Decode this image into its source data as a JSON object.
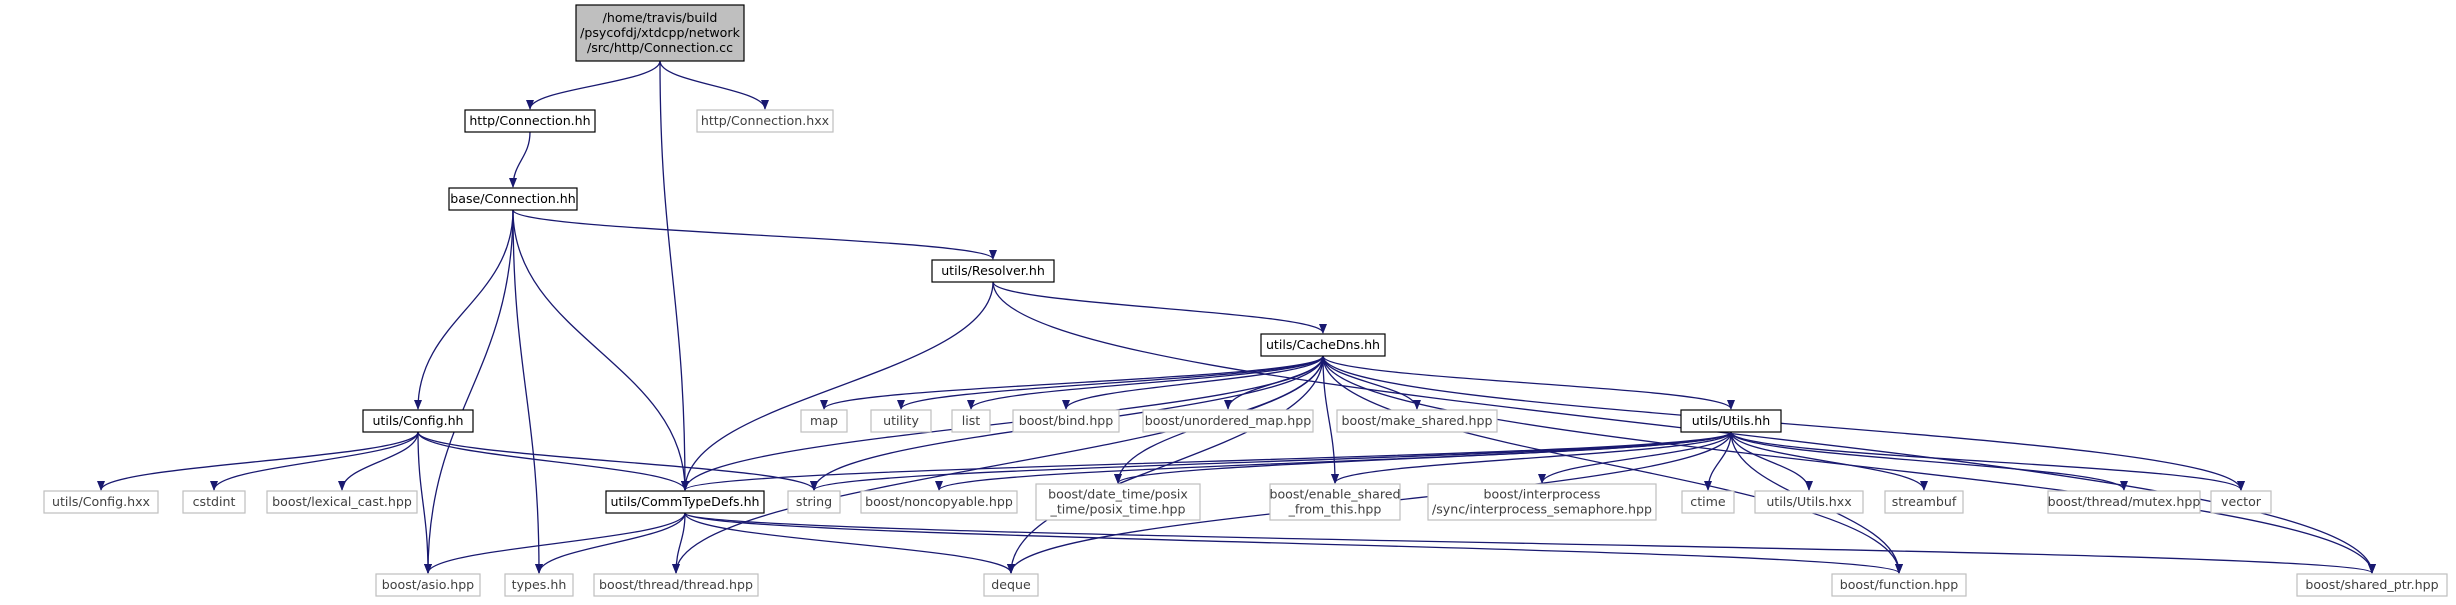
{
  "colors": {
    "edge": "#191970",
    "root_fill": "#bfbfbf",
    "node_border_doc": "#000000",
    "node_border_ext": "#bfbfbf",
    "text_doc": "#000000",
    "text_ext": "#404040",
    "background": "#ffffff"
  },
  "nodes": [
    {
      "id": "root",
      "kind": "root",
      "lines": [
        "/home/travis/build",
        "/psycofdj/xtdcpp/network",
        "/src/http/Connection.cc"
      ]
    },
    {
      "id": "http_connection_hh",
      "kind": "doc",
      "lines": [
        "http/Connection.hh"
      ]
    },
    {
      "id": "http_connection_hxx",
      "kind": "ext",
      "lines": [
        "http/Connection.hxx"
      ]
    },
    {
      "id": "base_connection_hh",
      "kind": "doc",
      "lines": [
        "base/Connection.hh"
      ]
    },
    {
      "id": "utils_resolver_hh",
      "kind": "doc",
      "lines": [
        "utils/Resolver.hh"
      ]
    },
    {
      "id": "utils_cachedns_hh",
      "kind": "doc",
      "lines": [
        "utils/CacheDns.hh"
      ]
    },
    {
      "id": "utils_config_hh",
      "kind": "doc",
      "lines": [
        "utils/Config.hh"
      ]
    },
    {
      "id": "utils_utils_hh",
      "kind": "doc",
      "lines": [
        "utils/Utils.hh"
      ]
    },
    {
      "id": "utils_commtypedefs_hh",
      "kind": "doc",
      "lines": [
        "utils/CommTypeDefs.hh"
      ]
    },
    {
      "id": "map",
      "kind": "ext",
      "lines": [
        "map"
      ]
    },
    {
      "id": "utility",
      "kind": "ext",
      "lines": [
        "utility"
      ]
    },
    {
      "id": "list",
      "kind": "ext",
      "lines": [
        "list"
      ]
    },
    {
      "id": "boost_bind",
      "kind": "ext",
      "lines": [
        "boost/bind.hpp"
      ]
    },
    {
      "id": "boost_unordered_map",
      "kind": "ext",
      "lines": [
        "boost/unordered_map.hpp"
      ]
    },
    {
      "id": "boost_make_shared",
      "kind": "ext",
      "lines": [
        "boost/make_shared.hpp"
      ]
    },
    {
      "id": "utils_config_hxx",
      "kind": "ext",
      "lines": [
        "utils/Config.hxx"
      ]
    },
    {
      "id": "cstdint",
      "kind": "ext",
      "lines": [
        "cstdint"
      ]
    },
    {
      "id": "boost_lexical_cast",
      "kind": "ext",
      "lines": [
        "boost/lexical_cast.hpp"
      ]
    },
    {
      "id": "string",
      "kind": "ext",
      "lines": [
        "string"
      ]
    },
    {
      "id": "boost_noncopyable",
      "kind": "ext",
      "lines": [
        "boost/noncopyable.hpp"
      ]
    },
    {
      "id": "boost_posix_time",
      "kind": "ext",
      "lines": [
        "boost/date_time/posix",
        "_time/posix_time.hpp"
      ]
    },
    {
      "id": "boost_enable_shared",
      "kind": "ext",
      "lines": [
        "boost/enable_shared",
        "_from_this.hpp"
      ]
    },
    {
      "id": "boost_interprocess",
      "kind": "ext",
      "lines": [
        "boost/interprocess",
        "/sync/interprocess_semaphore.hpp"
      ]
    },
    {
      "id": "ctime",
      "kind": "ext",
      "lines": [
        "ctime"
      ]
    },
    {
      "id": "utils_utils_hxx",
      "kind": "ext",
      "lines": [
        "utils/Utils.hxx"
      ]
    },
    {
      "id": "streambuf",
      "kind": "ext",
      "lines": [
        "streambuf"
      ]
    },
    {
      "id": "boost_thread_mutex",
      "kind": "ext",
      "lines": [
        "boost/thread/mutex.hpp"
      ]
    },
    {
      "id": "vector",
      "kind": "ext",
      "lines": [
        "vector"
      ]
    },
    {
      "id": "boost_asio",
      "kind": "ext",
      "lines": [
        "boost/asio.hpp"
      ]
    },
    {
      "id": "types_hh",
      "kind": "ext",
      "lines": [
        "types.hh"
      ]
    },
    {
      "id": "boost_thread_thread",
      "kind": "ext",
      "lines": [
        "boost/thread/thread.hpp"
      ]
    },
    {
      "id": "deque",
      "kind": "ext",
      "lines": [
        "deque"
      ]
    },
    {
      "id": "boost_function",
      "kind": "ext",
      "lines": [
        "boost/function.hpp"
      ]
    },
    {
      "id": "boost_shared_ptr",
      "kind": "ext",
      "lines": [
        "boost/shared_ptr.hpp"
      ]
    }
  ],
  "edges": [
    [
      "root",
      "http_connection_hh"
    ],
    [
      "root",
      "http_connection_hxx"
    ],
    [
      "root",
      "utils_commtypedefs_hh"
    ],
    [
      "http_connection_hh",
      "base_connection_hh"
    ],
    [
      "base_connection_hh",
      "utils_resolver_hh"
    ],
    [
      "base_connection_hh",
      "utils_config_hh"
    ],
    [
      "base_connection_hh",
      "utils_commtypedefs_hh"
    ],
    [
      "base_connection_hh",
      "boost_asio"
    ],
    [
      "base_connection_hh",
      "types_hh"
    ],
    [
      "utils_resolver_hh",
      "utils_cachedns_hh"
    ],
    [
      "utils_resolver_hh",
      "utils_commtypedefs_hh"
    ],
    [
      "utils_resolver_hh",
      "boost_shared_ptr"
    ],
    [
      "utils_cachedns_hh",
      "map"
    ],
    [
      "utils_cachedns_hh",
      "utility"
    ],
    [
      "utils_cachedns_hh",
      "list"
    ],
    [
      "utils_cachedns_hh",
      "boost_bind"
    ],
    [
      "utils_cachedns_hh",
      "boost_unordered_map"
    ],
    [
      "utils_cachedns_hh",
      "boost_make_shared"
    ],
    [
      "utils_cachedns_hh",
      "utils_utils_hh"
    ],
    [
      "utils_cachedns_hh",
      "utils_commtypedefs_hh"
    ],
    [
      "utils_cachedns_hh",
      "string"
    ],
    [
      "utils_cachedns_hh",
      "boost_posix_time"
    ],
    [
      "utils_cachedns_hh",
      "boost_enable_shared"
    ],
    [
      "utils_cachedns_hh",
      "vector"
    ],
    [
      "utils_cachedns_hh",
      "deque"
    ],
    [
      "utils_cachedns_hh",
      "boost_thread_thread"
    ],
    [
      "utils_cachedns_hh",
      "boost_function"
    ],
    [
      "utils_cachedns_hh",
      "boost_shared_ptr"
    ],
    [
      "utils_config_hh",
      "utils_config_hxx"
    ],
    [
      "utils_config_hh",
      "cstdint"
    ],
    [
      "utils_config_hh",
      "boost_lexical_cast"
    ],
    [
      "utils_config_hh",
      "utils_commtypedefs_hh"
    ],
    [
      "utils_config_hh",
      "string"
    ],
    [
      "utils_config_hh",
      "boost_asio"
    ],
    [
      "utils_utils_hh",
      "utils_commtypedefs_hh"
    ],
    [
      "utils_utils_hh",
      "string"
    ],
    [
      "utils_utils_hh",
      "boost_noncopyable"
    ],
    [
      "utils_utils_hh",
      "boost_posix_time"
    ],
    [
      "utils_utils_hh",
      "boost_enable_shared"
    ],
    [
      "utils_utils_hh",
      "boost_interprocess"
    ],
    [
      "utils_utils_hh",
      "ctime"
    ],
    [
      "utils_utils_hh",
      "utils_utils_hxx"
    ],
    [
      "utils_utils_hh",
      "streambuf"
    ],
    [
      "utils_utils_hh",
      "boost_thread_mutex"
    ],
    [
      "utils_utils_hh",
      "vector"
    ],
    [
      "utils_utils_hh",
      "deque"
    ],
    [
      "utils_utils_hh",
      "boost_function"
    ],
    [
      "utils_commtypedefs_hh",
      "boost_asio"
    ],
    [
      "utils_commtypedefs_hh",
      "types_hh"
    ],
    [
      "utils_commtypedefs_hh",
      "boost_thread_thread"
    ],
    [
      "utils_commtypedefs_hh",
      "deque"
    ],
    [
      "utils_commtypedefs_hh",
      "boost_function"
    ],
    [
      "utils_commtypedefs_hh",
      "boost_shared_ptr"
    ]
  ]
}
